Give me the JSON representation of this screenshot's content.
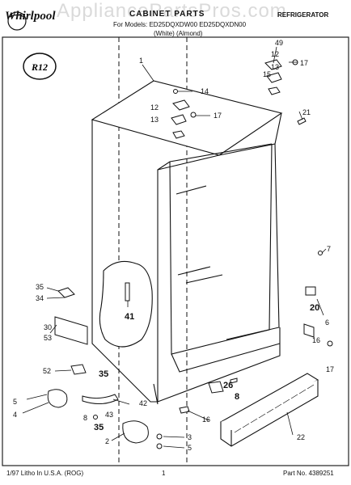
{
  "header": {
    "brand": "Whirlpool",
    "watermark": "AppliancePartsPros.com",
    "title": "CABINET PARTS",
    "models": "For Models: ED25DQXDW00 ED25DQXDN00",
    "variants": "(White)      (Almond)",
    "section": "REFRIGERATOR"
  },
  "badge": "R12",
  "callouts": [
    "1",
    "49",
    "12",
    "17",
    "13",
    "15",
    "14",
    "12",
    "17",
    "13",
    "21",
    "7",
    "35",
    "34",
    "6",
    "41",
    "20",
    "30",
    "53",
    "16",
    "52",
    "35",
    "17",
    "26",
    "8",
    "5",
    "42",
    "4",
    "43",
    "8",
    "35",
    "16",
    "22",
    "2",
    "3",
    "5"
  ],
  "footer": {
    "left": "1/97 Litho In U.S.A. (ROG)",
    "mid": "1",
    "right": "Part No. 4389251"
  }
}
